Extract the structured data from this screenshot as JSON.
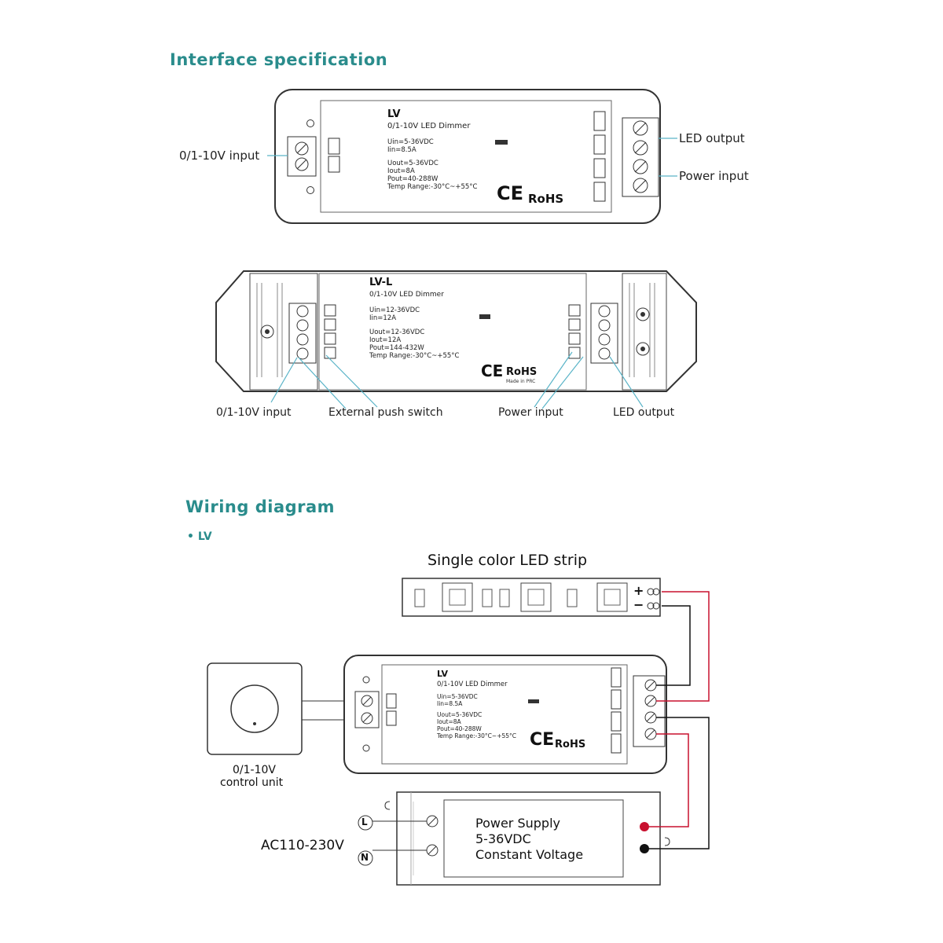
{
  "sections": {
    "interface_title": "Interface specification",
    "wiring_title": "Wiring diagram",
    "wiring_sub": "LV"
  },
  "lv": {
    "title": "LV",
    "subtitle": "0/1-10V LED Dimmer",
    "specs_in": [
      "Uin=5-36VDC",
      "Iin=8.5A"
    ],
    "specs_out": [
      "Uout=5-36VDC",
      "Iout=8A",
      "Pout=40-288W",
      "Temp Range:-30°C~+55°C"
    ],
    "labels": {
      "input": "0/1-10V input",
      "led_output": "LED output",
      "power_input": "Power input"
    }
  },
  "lvl": {
    "title": "LV-L",
    "subtitle": "0/1-10V LED Dimmer",
    "specs_in": [
      "Uin=12-36VDC",
      "Iin=12A"
    ],
    "specs_out": [
      "Uout=12-36VDC",
      "Iout=12A",
      "Pout=144-432W",
      "Temp Range:-30°C~+55°C"
    ],
    "made": "Made in PRC",
    "labels": {
      "input": "0/1-10V input",
      "push": "External push switch",
      "power_input": "Power input",
      "led_output": "LED output"
    }
  },
  "marks": {
    "ce": "CE",
    "rohs": "RoHS"
  },
  "wiring": {
    "strip_title": "Single color LED strip",
    "plus": "+",
    "minus": "−",
    "control_line1": "0/1-10V",
    "control_line2": "control unit",
    "ac": "AC110-230V",
    "L": "L",
    "N": "N",
    "psu": [
      "Power Supply",
      "5-36VDC",
      "Constant Voltage"
    ]
  },
  "colors": {
    "accent": "#2a8c8c",
    "wire_red": "#c8102e",
    "wire_black": "#111111",
    "leader": "#5ab4c8"
  }
}
